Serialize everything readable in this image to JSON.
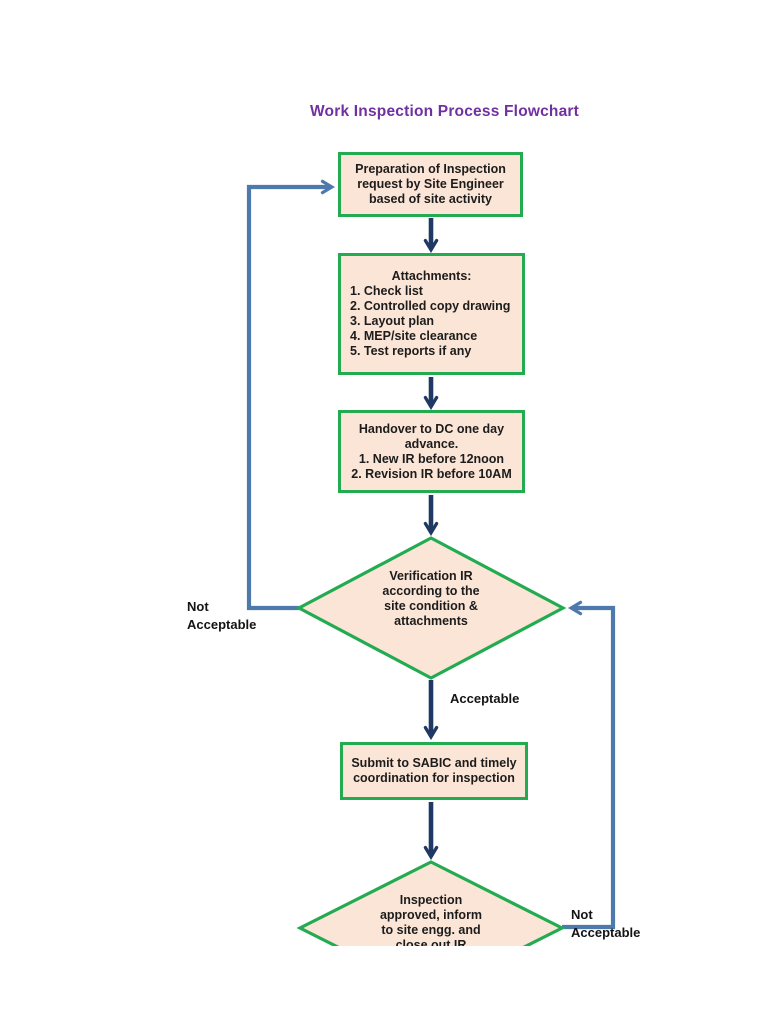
{
  "title": "Work Inspection Process Flowchart",
  "colors": {
    "page_bg": "#ffffff",
    "title": "#7030a0",
    "box_border": "#22ab50",
    "box_fill": "#fbe5d6",
    "arrow_dark": "#1f3864",
    "arrow_loop": "#4e79ad",
    "text": "#1c1c1c"
  },
  "nodes": {
    "preparation": {
      "type": "process",
      "text": "Preparation of Inspection\nrequest by Site Engineer\nbased of site activity"
    },
    "attachments": {
      "type": "process",
      "heading": "Attachments:",
      "items": "1. Check list\n2. Controlled copy drawing\n3. Layout plan\n4. MEP/site clearance\n5. Test reports if any"
    },
    "handover": {
      "type": "process",
      "text": "Handover to DC one day\nadvance.\n1. New IR before 12noon\n2. Revision IR before 10AM"
    },
    "verification": {
      "type": "decision",
      "text": "Verification IR\naccording to the\nsite condition &\nattachments"
    },
    "submit": {
      "type": "process",
      "text": "Submit to SABIC and timely\ncoordination for inspection"
    },
    "inspection_approved": {
      "type": "decision",
      "text": "Inspection\napproved, inform\nto site engg. and\nclose out IR"
    }
  },
  "labels": {
    "not_acceptable_left": "Not\nAcceptable",
    "acceptable": "Acceptable",
    "not_acceptable_right": "Not\nAcceptable"
  }
}
